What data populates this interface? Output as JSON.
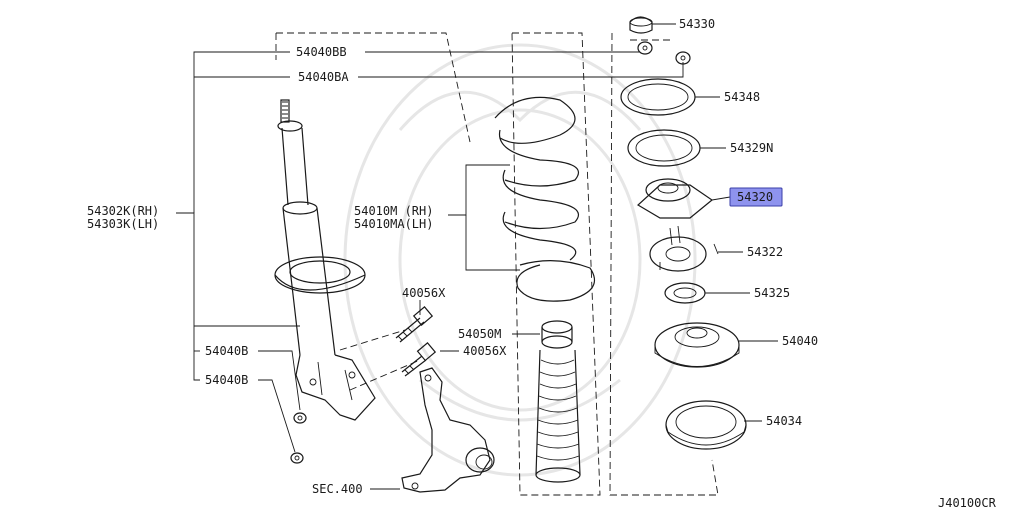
{
  "parts": {
    "p54330": "54330",
    "p54040BB": "54040BB",
    "p54040BA": "54040BA",
    "p54348": "54348",
    "p54329N": "54329N",
    "p54320": "54320",
    "p54302K": "54302K(RH)",
    "p54303K": "54303K(LH)",
    "p54010M": "54010M (RH)",
    "p54010MA": "54010MA(LH)",
    "p54322": "54322",
    "p40056X_a": "40056X",
    "p54325": "54325",
    "p54050M": "54050M",
    "p40056X_b": "40056X",
    "p54040": "54040",
    "p54040B_a": "54040B",
    "p54040B_b": "54040B",
    "p54034": "54034",
    "sec400": "SEC.400"
  },
  "diagram_code": "J40100CR",
  "highlight_color": "#8e93ee",
  "highlight_border": "#3b3fa8"
}
